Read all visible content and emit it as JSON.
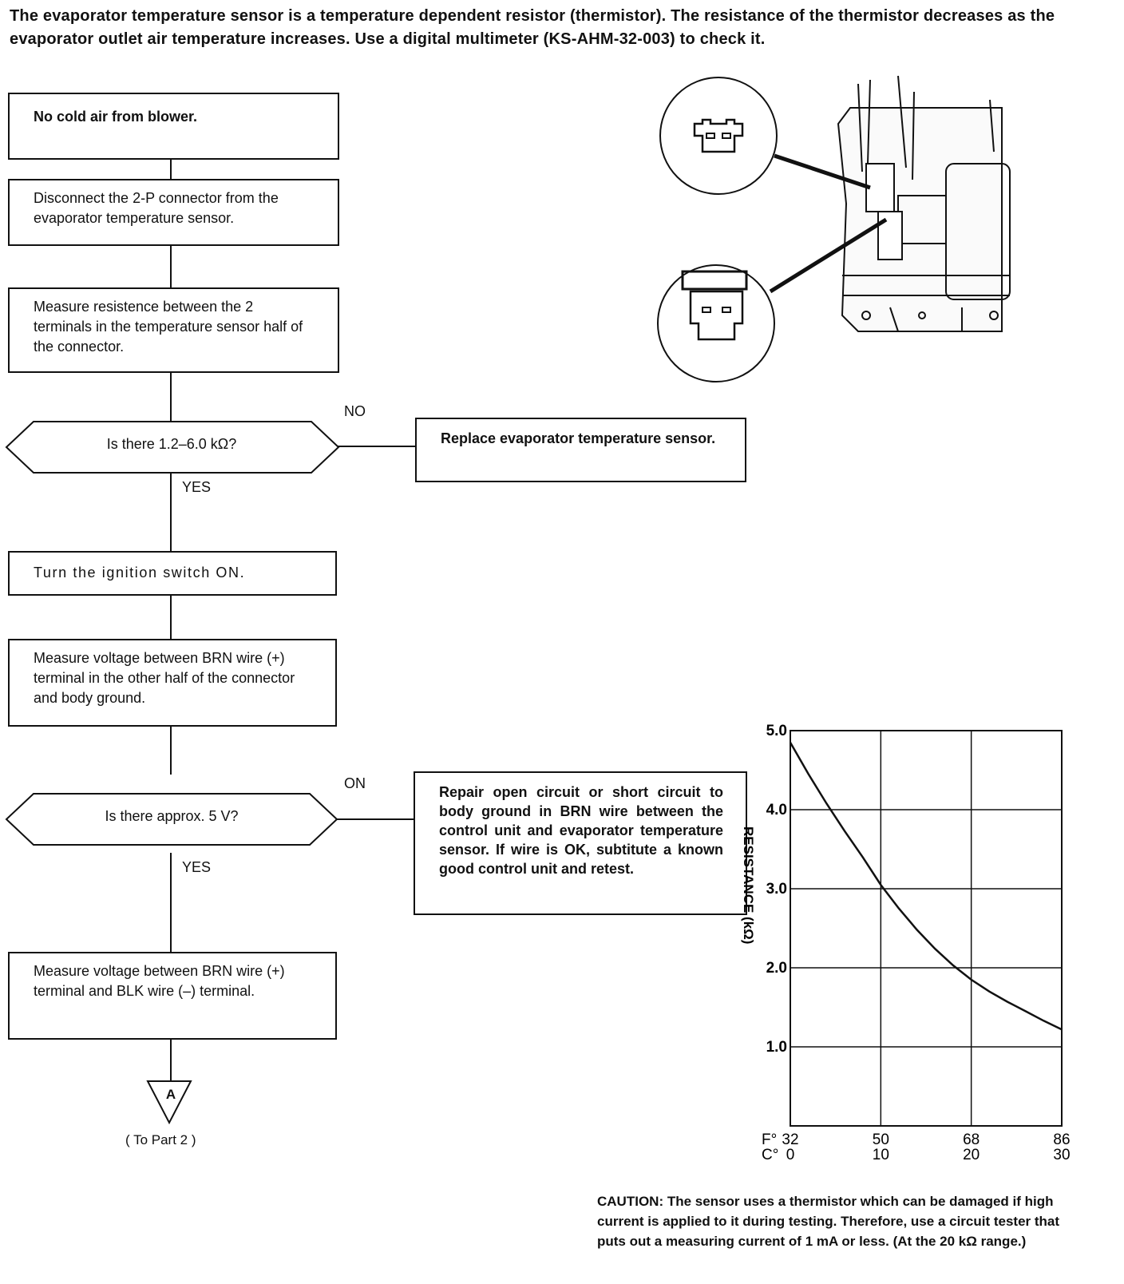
{
  "intro": "The evaporator temperature sensor is a temperature dependent resistor (thermistor). The resistance of the thermistor decreases as the evaporator outlet air temperature increases. Use a digital multimeter (KS-AHM-32-003) to check it.",
  "flow": {
    "step1": "No cold air from blower.",
    "step2": "Disconnect the 2-P connector from the evaporator temperature sensor.",
    "step3": "Measure resistence between the 2 terminals in the temperature sensor half of the connector.",
    "q1": "Is there 1.2–6.0 kΩ?",
    "q1_no": "NO",
    "q1_yes": "YES",
    "r1": "Replace evaporator temperature sensor.",
    "step4": "Turn the ignition switch ON.",
    "step5": "Measure voltage between BRN wire (+) terminal in the other half of the connector and body ground.",
    "q2": "Is there approx. 5 V?",
    "q2_no": "ON",
    "q2_yes": "YES",
    "r2": "Repair open circuit or short circuit to body ground in BRN wire between the control unit and evaporator temperature sensor. If wire is OK, subtitute a known good control unit and retest.",
    "step6": "Measure voltage between BRN wire (+) terminal and BLK wire (–) terminal.",
    "connector_letter": "A",
    "to_part": "( To Part 2 )"
  },
  "chart_data": {
    "type": "line",
    "ylabel": "RESISTANCE (kΩ)",
    "xlabel_f": "F°",
    "xlabel_c": "C°",
    "x_ticks_f": [
      "32",
      "50",
      "68",
      "86"
    ],
    "x_ticks_c": [
      "0",
      "10",
      "20",
      "30"
    ],
    "y_ticks": [
      "5.0",
      "4.0",
      "3.0",
      "2.0",
      "1.0"
    ],
    "xlim": [
      0,
      30
    ],
    "ylim": [
      0,
      5.0
    ],
    "grid": true,
    "series": [
      {
        "x": [
          0,
          2,
          4,
          6,
          8,
          10,
          12,
          14,
          16,
          18,
          20,
          22,
          24,
          26,
          28,
          30
        ],
        "y": [
          4.85,
          4.45,
          4.08,
          3.73,
          3.4,
          3.05,
          2.75,
          2.48,
          2.24,
          2.03,
          1.85,
          1.7,
          1.57,
          1.45,
          1.33,
          1.22
        ]
      }
    ]
  },
  "caution": "CAUTION: The sensor uses a thermistor which can be damaged if high current is applied to it during testing. Therefore, use a circuit tester that puts out a measuring current of 1 mA or less. (At the 20 kΩ range.)"
}
